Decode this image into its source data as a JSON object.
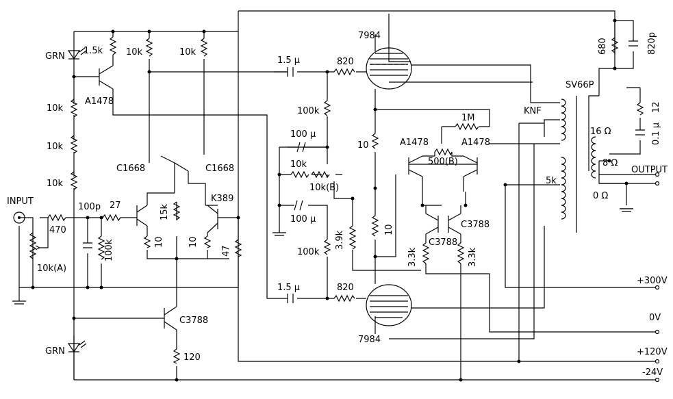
{
  "labels": {
    "grn_top": "GRN",
    "grn_bottom": "GRN",
    "input": "INPUT",
    "output": "OUTPUT",
    "knf": "KNF",
    "transformer": "SV66P",
    "tube_top": "7984",
    "tube_bottom": "7984"
  },
  "components": {
    "r_1k5": "1.5k",
    "r_10k_a": "10k",
    "r_10k_b": "10k",
    "q_a1478_left": "A1478",
    "r_10k_chain1": "10k",
    "r_10k_chain2": "10k",
    "r_10k_chain3": "10k",
    "q_c1668_left": "C1668",
    "q_c1668_right": "C1668",
    "q_k389": "K389",
    "c_100p": "100p",
    "r_27": "27",
    "r_470": "470",
    "vr_10k_a": "10k(A)",
    "r_100k_in": "100k",
    "r_15k": "15k",
    "r_10_l": "10",
    "r_10_r": "10",
    "r_47": "47",
    "q_c3788_low": "C3788",
    "r_120": "120",
    "c_1u5_top": "1.5 μ",
    "r_820_top": "820",
    "r_100k_top": "100k",
    "c_100u_top": "100 μ",
    "r_10k_mid": "10k",
    "vr_10k_b": "10k(B)",
    "c_100u_bot": "100 μ",
    "r_100k_bot": "100k",
    "r_3k9": "3.9k",
    "c_1u5_bot": "1.5 μ",
    "r_820_bot": "820",
    "r_10_top": "10",
    "r_10_bot": "10",
    "q_a1478_mid_l": "A1478",
    "q_a1478_mid_r": "A1478",
    "vr_500_b": "500(B)",
    "r_1m": "1M",
    "q_c3788_mid_l": "C3788",
    "q_c3788_mid_r": "C3788",
    "r_3k3_l": "3.3k",
    "r_3k3_r": "3.3k",
    "r_680": "680",
    "c_820p": "820p",
    "r_12": "12",
    "c_0u1": "0.1 μ",
    "tap_5k": "5k",
    "tap_16": "16 Ω",
    "tap_8": "8 Ω",
    "tap_0": "0 Ω"
  },
  "rails": {
    "v300": "+300V",
    "v0": "0V",
    "v120": "+120V",
    "vm24": "-24V"
  }
}
